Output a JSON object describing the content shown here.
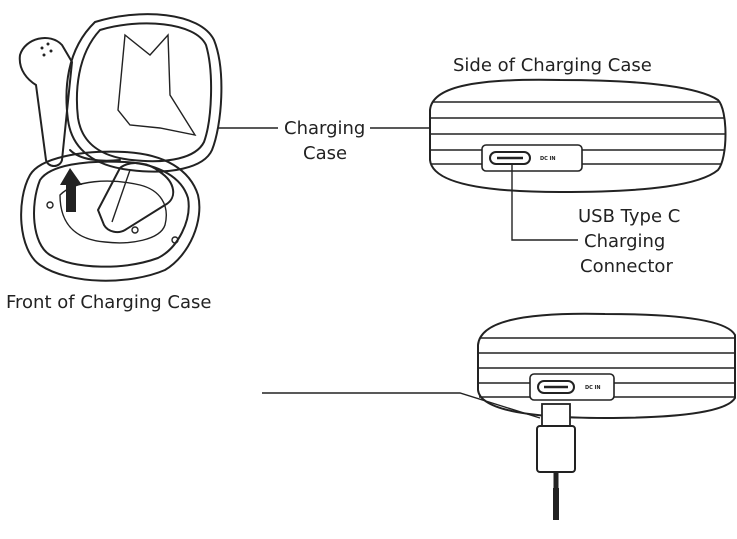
{
  "labels": {
    "side_title": "Side of Charging Case",
    "charging_case": [
      "Charging",
      "Case"
    ],
    "usb_connector": [
      "USB Type C",
      "Charging",
      "Connector"
    ],
    "front_title": "Front of Charging Case",
    "port_text": "DC IN"
  },
  "icons": [
    "earbud-case-open",
    "charging-port",
    "usb-c-plug",
    "up-arrow"
  ]
}
